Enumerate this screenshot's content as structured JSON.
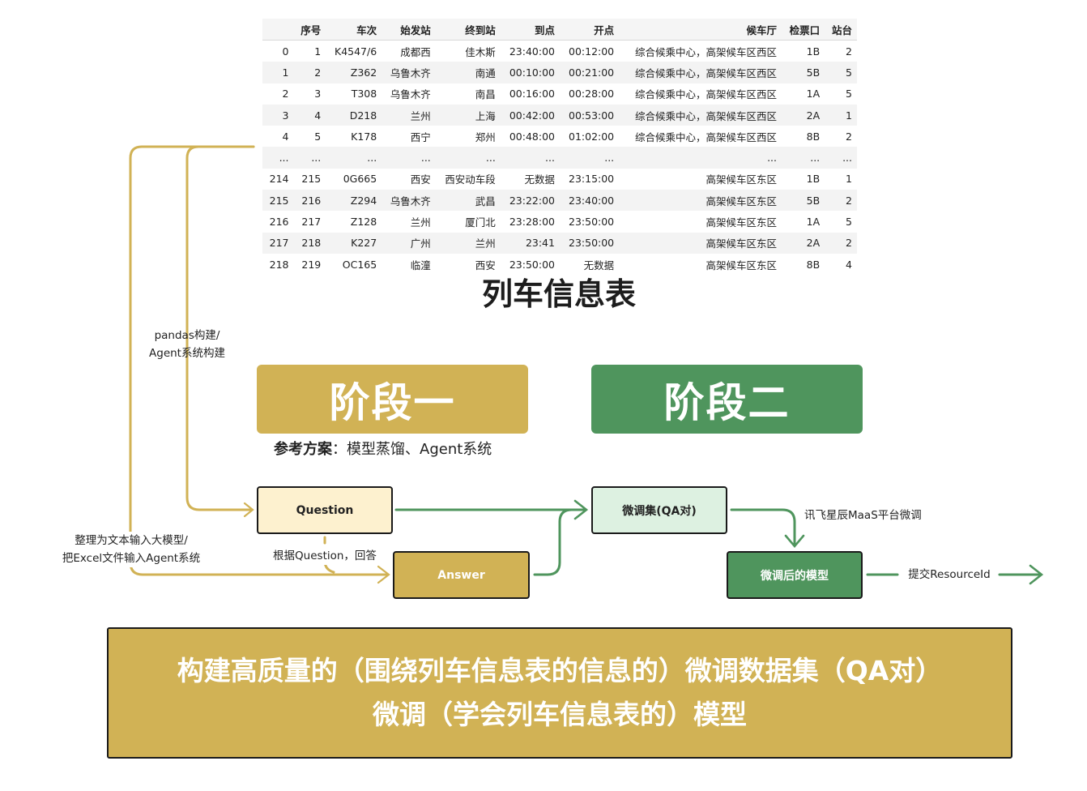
{
  "table": {
    "headers": [
      "",
      "序号",
      "车次",
      "始发站",
      "终到站",
      "到点",
      "开点",
      "候车厅",
      "检票口",
      "站台"
    ],
    "rows": [
      [
        "0",
        "1",
        "K4547/6",
        "成都西",
        "佳木斯",
        "23:40:00",
        "00:12:00",
        "综合候乘中心，高架候车区西区",
        "1B",
        "2"
      ],
      [
        "1",
        "2",
        "Z362",
        "乌鲁木齐",
        "南通",
        "00:10:00",
        "00:21:00",
        "综合候乘中心，高架候车区西区",
        "5B",
        "5"
      ],
      [
        "2",
        "3",
        "T308",
        "乌鲁木齐",
        "南昌",
        "00:16:00",
        "00:28:00",
        "综合候乘中心，高架候车区西区",
        "1A",
        "5"
      ],
      [
        "3",
        "4",
        "D218",
        "兰州",
        "上海",
        "00:42:00",
        "00:53:00",
        "综合候乘中心，高架候车区西区",
        "2A",
        "1"
      ],
      [
        "4",
        "5",
        "K178",
        "西宁",
        "郑州",
        "00:48:00",
        "01:02:00",
        "综合候乘中心，高架候车区西区",
        "8B",
        "2"
      ],
      [
        "...",
        "...",
        "...",
        "...",
        "...",
        "...",
        "...",
        "...",
        "...",
        "..."
      ],
      [
        "214",
        "215",
        "0G665",
        "西安",
        "西安动车段",
        "无数据",
        "23:15:00",
        "高架候车区东区",
        "1B",
        "1"
      ],
      [
        "215",
        "216",
        "Z294",
        "乌鲁木齐",
        "武昌",
        "23:22:00",
        "23:40:00",
        "高架候车区东区",
        "5B",
        "2"
      ],
      [
        "216",
        "217",
        "Z128",
        "兰州",
        "厦门北",
        "23:28:00",
        "23:50:00",
        "高架候车区东区",
        "1A",
        "5"
      ],
      [
        "217",
        "218",
        "K227",
        "广州",
        "兰州",
        "23:41",
        "23:50:00",
        "高架候车区东区",
        "2A",
        "2"
      ],
      [
        "218",
        "219",
        "OC165",
        "临潼",
        "西安",
        "23:50:00",
        "无数据",
        "高架候车区东区",
        "8B",
        "4"
      ]
    ],
    "title": "列车信息表"
  },
  "stages": {
    "stage1": "阶段一",
    "stage2": "阶段二",
    "ref_bold": "参考方案",
    "ref_text": "：模型蒸馏、Agent系统"
  },
  "nodes": {
    "question": "Question",
    "answer": "Answer",
    "qa_set": "微调集(QA对)",
    "tuned_model": "微调后的模型"
  },
  "labels": {
    "pandas_line1": "pandas构建/",
    "pandas_line2": "Agent系统构建",
    "text_line1": "整理为文本输入大模型/",
    "text_line2": "把Excel文件输入Agent系统",
    "answer_by": "根据Question，回答",
    "finetune_platform": "讯飞星辰MaaS平台微调",
    "submit": "提交ResourceId"
  },
  "banner": {
    "line1": "构建高质量的（围绕列车信息表的信息的）微调数据集（QA对）",
    "line2": "微调（学会列车信息表的）模型"
  },
  "colors": {
    "gold": "#d1b255",
    "green": "#4f955d",
    "light_gold": "#fdf1cf",
    "light_green": "#ddf1e1"
  }
}
